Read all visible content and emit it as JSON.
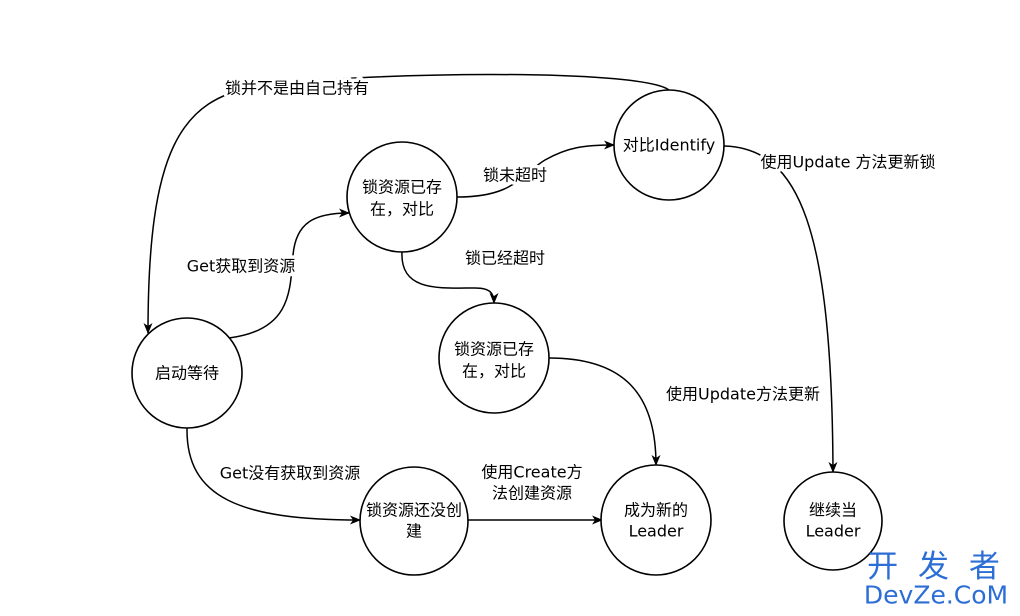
{
  "nodes": {
    "start_wait": {
      "lines": [
        "启动等待"
      ]
    },
    "lock_exists_compare_upper": {
      "lines": [
        "锁资源已存",
        "在，对比"
      ]
    },
    "compare_identify": {
      "lines": [
        "对比Identify"
      ]
    },
    "lock_exists_compare_lower": {
      "lines": [
        "锁资源已存",
        "在，对比"
      ]
    },
    "lock_not_created": {
      "lines": [
        "锁资源还没创",
        "建"
      ]
    },
    "become_new_leader": {
      "lines": [
        "成为新的",
        "Leader"
      ]
    },
    "remain_leader": {
      "lines": [
        "继续当",
        "Leader"
      ]
    }
  },
  "edges": {
    "not_held_by_self": {
      "lines": [
        "锁并不是由自己持有"
      ]
    },
    "get_acquired": {
      "lines": [
        "Get获取到资源"
      ]
    },
    "lock_not_expired": {
      "lines": [
        "锁未超时"
      ]
    },
    "update_lock": {
      "lines": [
        "使用Update 方法更新锁"
      ]
    },
    "lock_expired": {
      "lines": [
        "锁已经超时"
      ]
    },
    "update_method": {
      "lines": [
        "使用Update方法更新"
      ]
    },
    "get_not_acquired": {
      "lines": [
        "Get没有获取到资源"
      ]
    },
    "create_resource": {
      "lines": [
        "使用Create方",
        "法创建资源"
      ]
    }
  },
  "watermark": {
    "cn": "开 发 者",
    "en": "DevZe.CoM"
  },
  "colors": {
    "line": "#000000",
    "watermark": "#2c6ed5"
  }
}
